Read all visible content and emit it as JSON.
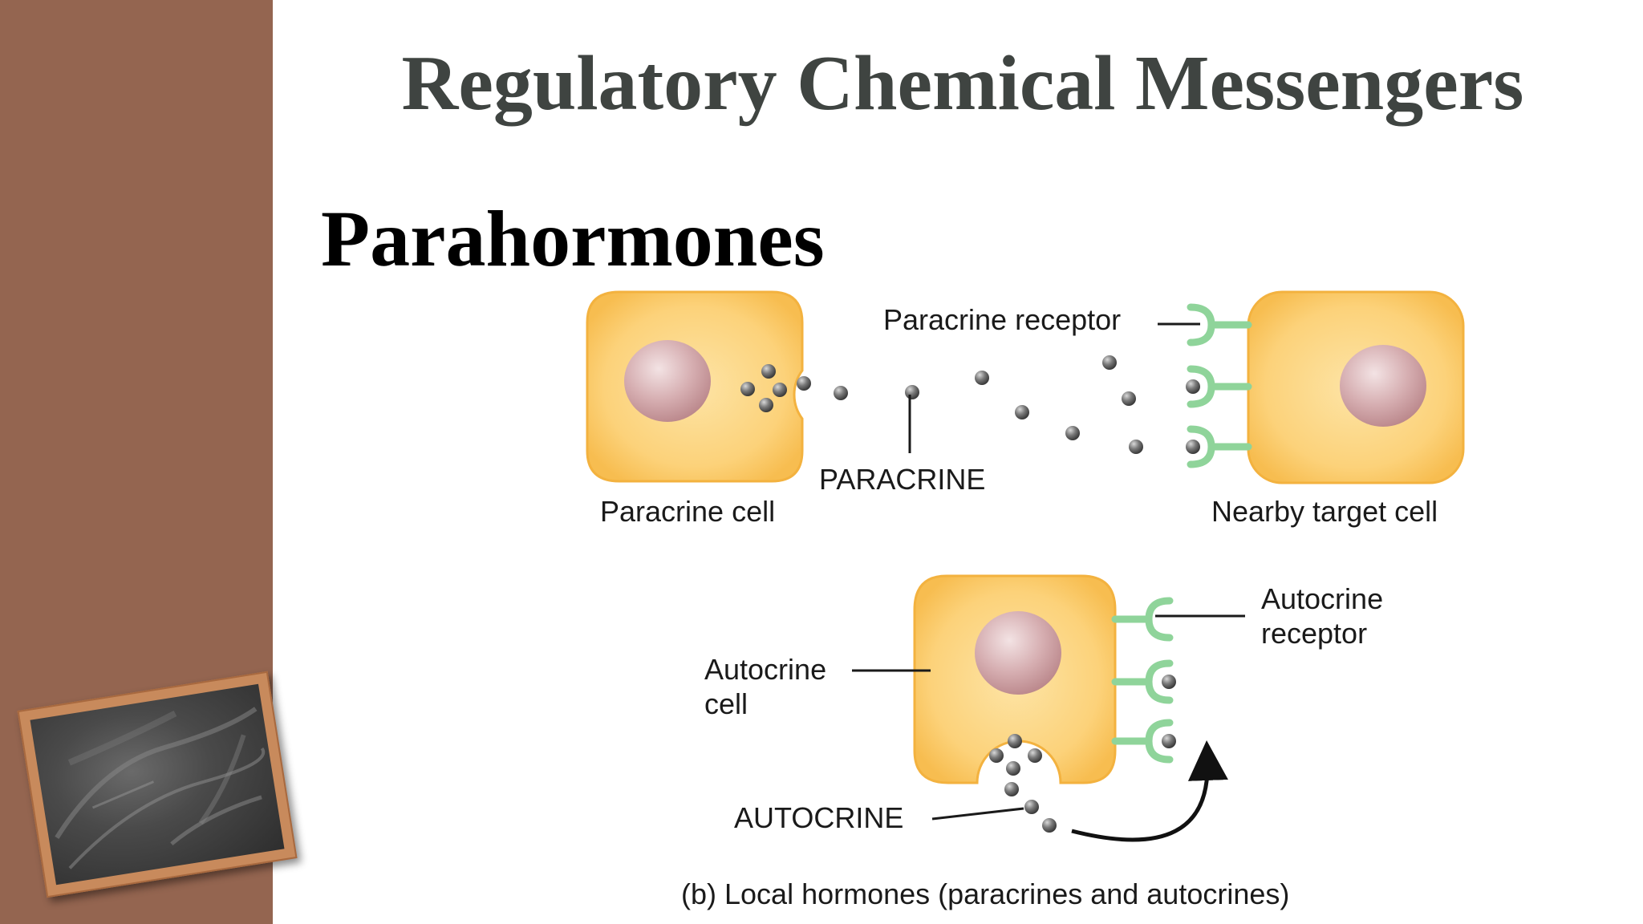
{
  "slide": {
    "title": "Regulatory Chemical Messengers",
    "subtitle": "Parahormones"
  },
  "diagram": {
    "labels": {
      "paracrine_receptor": "Paracrine receptor",
      "paracrine": "PARACRINE",
      "paracrine_cell": "Paracrine cell",
      "nearby_target_cell": "Nearby target cell",
      "autocrine_receptor_line1": "Autocrine",
      "autocrine_receptor_line2": "receptor",
      "autocrine_cell_line1": "Autocrine",
      "autocrine_cell_line2": "cell",
      "autocrine": "AUTOCRINE",
      "caption": "(b) Local hormones (paracrines and autocrines)"
    }
  },
  "colors": {
    "side_panel": "#946550",
    "title": "#3f4441",
    "cell_fill": "#fcd27a",
    "cell_edge": "#f6b84a",
    "nucleus": "#c99a9e",
    "receptor": "#8fd49a",
    "molecule": "#666666"
  },
  "icons": {
    "chalkboard": "chalkboard-frame"
  }
}
